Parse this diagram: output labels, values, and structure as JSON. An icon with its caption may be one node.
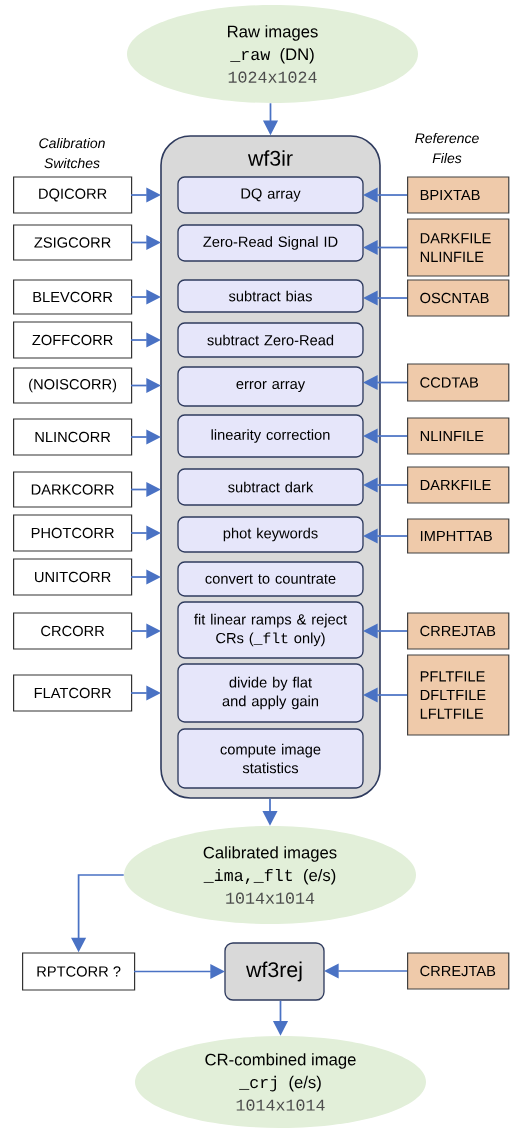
{
  "diagram": {
    "nodes": [
      {
        "text": [
          "Raw images",
          "_raw",
          "(DN)",
          "1024x1024"
        ]
      },
      {
        "text": [
          "wf3ir"
        ]
      },
      {
        "text": [
          "DQ array"
        ],
        "in": 1
      },
      {
        "text": [
          "Zero-Read Signal ID"
        ],
        "in": 1
      },
      {
        "text": [
          "subtract bias"
        ],
        "in": 1
      },
      {
        "text": [
          "subtract Zero-Read"
        ],
        "in": 1
      },
      {
        "text": [
          "error array"
        ],
        "in": 1
      },
      {
        "text": [
          "linearity correction"
        ],
        "in": 1
      },
      {
        "text": [
          "subtract dark"
        ],
        "in": 1
      },
      {
        "text": [
          "phot keywords"
        ],
        "in": 1
      },
      {
        "text": [
          "convert to countrate"
        ],
        "in": 1
      },
      {
        "text": [
          "fit linear ramps & reject CRs (",
          "_flt",
          "only)"
        ],
        "in": 1
      },
      {
        "text": [
          "divide by flat and apply gain"
        ],
        "in": 1
      },
      {
        "text": [
          "compute image statistics"
        ],
        "in": 1
      },
      {
        "text": [
          "DQICORR"
        ]
      },
      {
        "text": [
          "ZSIGCORR"
        ]
      },
      {
        "text": [
          "BLEVCORR"
        ]
      },
      {
        "text": [
          "ZOFFCORR"
        ]
      },
      {
        "text": [
          "(NOISCORR)"
        ]
      },
      {
        "text": [
          "NLINCORR"
        ]
      },
      {
        "text": [
          "DARKCORR"
        ]
      },
      {
        "text": [
          "PHOTCORR"
        ]
      },
      {
        "text": [
          "UNITCORR"
        ]
      },
      {
        "text": [
          "CRCORR"
        ]
      },
      {
        "text": [
          "FLATCORR"
        ]
      },
      {
        "text": [
          "BPIXTAB"
        ]
      },
      {
        "text": [
          "DARKFILE",
          "NLINFILE"
        ]
      },
      {
        "text": [
          "OSCNTAB"
        ]
      },
      {
        "text": [
          "CCDTAB"
        ]
      },
      {
        "text": [
          "NLINFILE"
        ]
      },
      {
        "text": [
          "DARKFILE"
        ]
      },
      {
        "text": [
          "IMPHTTAB"
        ]
      },
      {
        "text": [
          "CRREJTAB"
        ]
      },
      {
        "text": [
          "PFLTFILE",
          "DFLTFILE",
          "LFLTFILE"
        ]
      },
      {
        "text": [
          "Calibrated images",
          "_ima,_flt",
          "(e/s)",
          "1014x1014"
        ]
      },
      {
        "text": [
          "RPTCORR ?"
        ]
      },
      {
        "text": [
          "wf3rej"
        ]
      },
      {
        "text": [
          "CRREJTAB"
        ]
      },
      {
        "text": [
          "CR-combined image",
          "_crj",
          "(e/s)",
          "1014x1014"
        ]
      }
    ],
    "edges": [
      {
        "from": 0,
        "to": 1,
        "arrow": "to"
      },
      {
        "from": 14,
        "to": 1,
        "arrow": "to"
      },
      {
        "from": 15,
        "to": 1,
        "arrow": "to"
      },
      {
        "from": 16,
        "to": 1,
        "arrow": "to"
      },
      {
        "from": 17,
        "to": 1,
        "arrow": "to"
      },
      {
        "from": 18,
        "to": 1,
        "arrow": "to"
      },
      {
        "from": 19,
        "to": 1,
        "arrow": "to"
      },
      {
        "from": 20,
        "to": 1,
        "arrow": "to"
      },
      {
        "from": 21,
        "to": 1,
        "arrow": "to"
      },
      {
        "from": 22,
        "to": 1,
        "arrow": "to"
      },
      {
        "from": 23,
        "to": 1,
        "arrow": "to"
      },
      {
        "from": 24,
        "to": 1,
        "arrow": "to"
      },
      {
        "from": 25,
        "to": 2,
        "arrow": "to"
      },
      {
        "from": 26,
        "to": 3,
        "arrow": "to"
      },
      {
        "from": 27,
        "to": 4,
        "arrow": "to"
      },
      {
        "from": 28,
        "to": 6,
        "arrow": "to"
      },
      {
        "from": 29,
        "to": 7,
        "arrow": "to"
      },
      {
        "from": 30,
        "to": 8,
        "arrow": "to"
      },
      {
        "from": 31,
        "to": 9,
        "arrow": "to"
      },
      {
        "from": 32,
        "to": 11,
        "arrow": "to"
      },
      {
        "from": 33,
        "to": 12,
        "arrow": "to"
      },
      {
        "from": 1,
        "to": 34,
        "arrow": "to"
      },
      {
        "from": 34,
        "to": 35,
        "arrow": "to"
      },
      {
        "from": 35,
        "to": 36,
        "arrow": "to"
      },
      {
        "from": 37,
        "to": 36,
        "arrow": "to"
      },
      {
        "from": 36,
        "to": 38,
        "arrow": "to"
      }
    ],
    "labels": [
      "Calibration Switches",
      "Reference Files"
    ]
  }
}
